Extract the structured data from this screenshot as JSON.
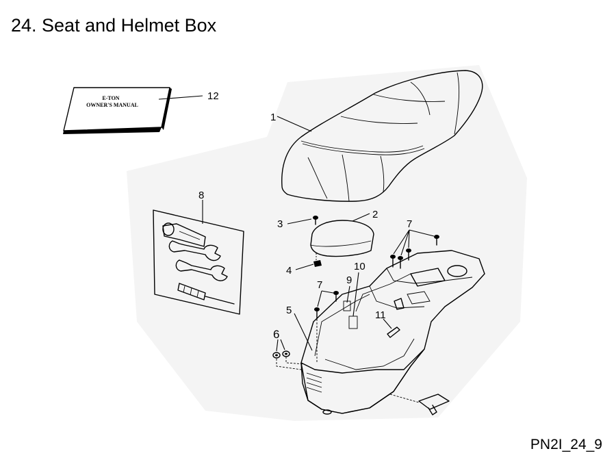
{
  "title": "24. Seat and Helmet Box",
  "code": "PN2I_24_9",
  "manual_label": {
    "line1": "E-TON",
    "line2": "OWNER'S MANUAL"
  },
  "callouts": [
    {
      "id": "1",
      "text": "1"
    },
    {
      "id": "2",
      "text": "2"
    },
    {
      "id": "3",
      "text": "3"
    },
    {
      "id": "4",
      "text": "4"
    },
    {
      "id": "5",
      "text": "5"
    },
    {
      "id": "6",
      "text": "6"
    },
    {
      "id": "7a",
      "text": "7"
    },
    {
      "id": "7b",
      "text": "7"
    },
    {
      "id": "8",
      "text": "8"
    },
    {
      "id": "9",
      "text": "9"
    },
    {
      "id": "10",
      "text": "10"
    },
    {
      "id": "11",
      "text": "11"
    },
    {
      "id": "12",
      "text": "12"
    }
  ]
}
